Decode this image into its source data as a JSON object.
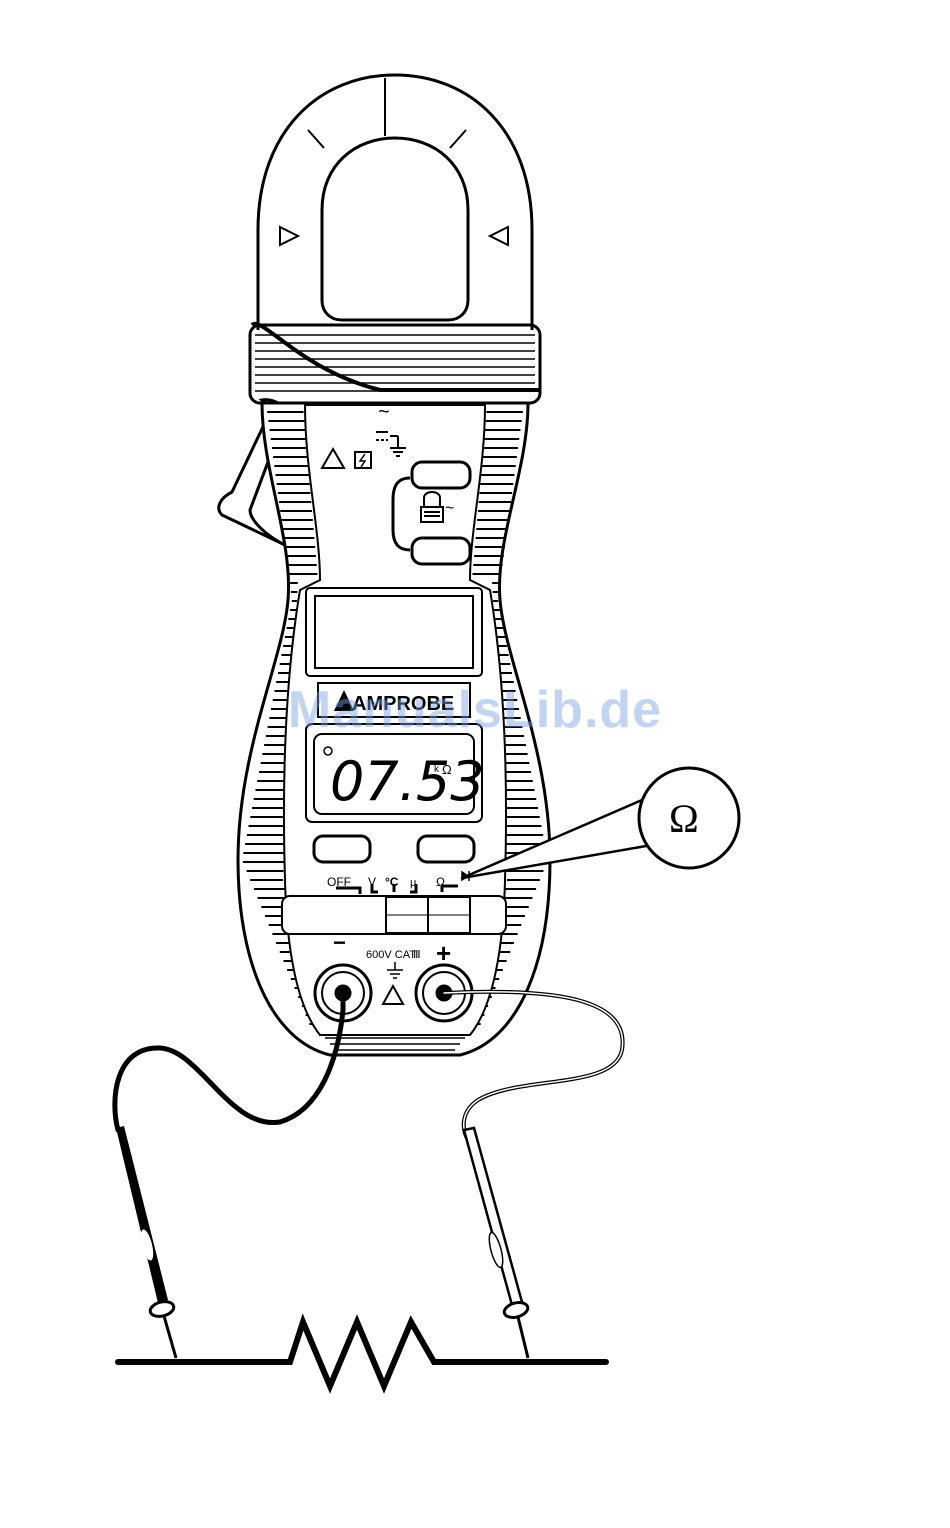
{
  "brand": "AMPROBE",
  "display": {
    "reading": "07.53",
    "unit_prefix": "k",
    "unit": "Ω"
  },
  "labels": {
    "tilde": "~",
    "lock_tilde": "~",
    "rating": "600V CAT",
    "rating_cat": "Ⅲ",
    "com_sign": "−",
    "plus_sign": "+",
    "ground_symbol": "⏚"
  },
  "dial": {
    "off": "OFF",
    "volts": "V",
    "celsius": "°C",
    "micro": "μ",
    "ohm": "Ω"
  },
  "callout": {
    "symbol": "Ω"
  },
  "watermark": "ManualsLib.de"
}
